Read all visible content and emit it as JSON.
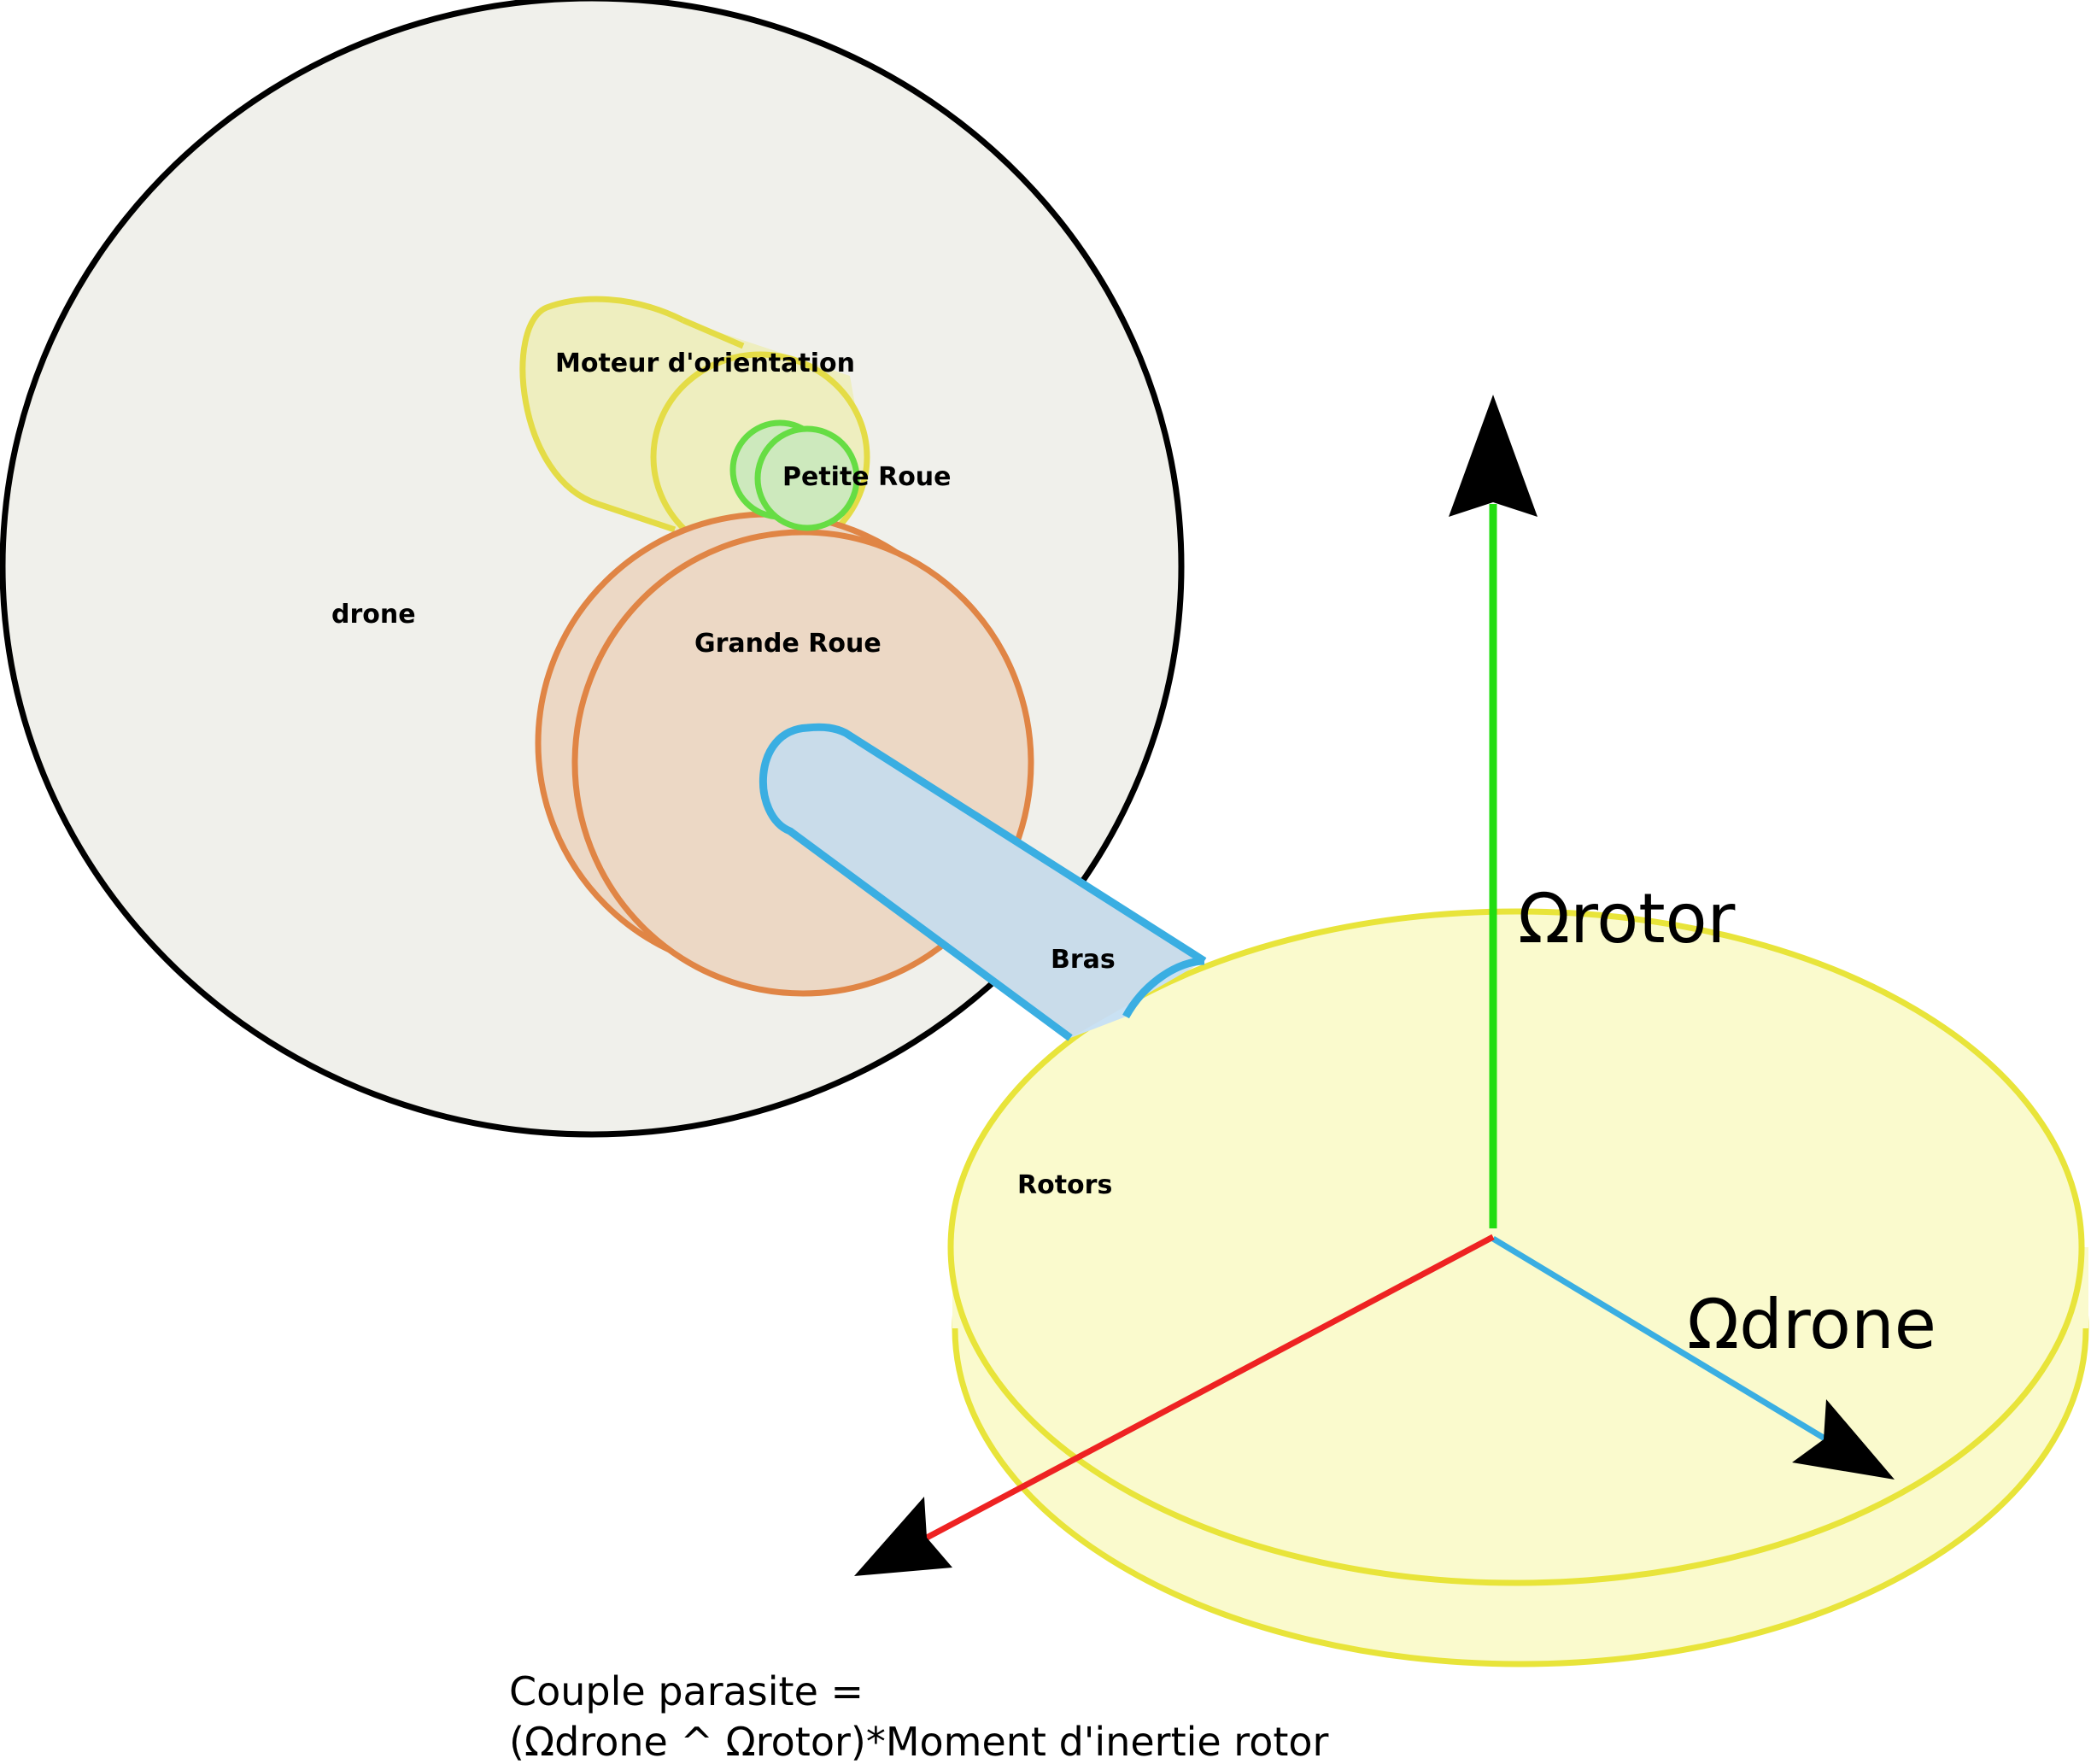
{
  "labels": {
    "drone": "drone",
    "motor": "Moteur d'orientation",
    "small_wheel": "Petite Roue",
    "big_wheel": "Grande Roue",
    "arm": "Bras",
    "rotors": "Rotors",
    "omega_rotor": "Ωrotor",
    "omega_drone": "Ωdrone"
  },
  "formula": {
    "line1": "Couple parasite =",
    "line2": "(Ωdrone ^ Ωrotor)*Moment d'inertie rotor"
  },
  "colors": {
    "drone_fill": "#f0f0eb",
    "drone_stroke": "#000000",
    "motor_fill": "#eeeebf",
    "motor_stroke": "#e4dc46",
    "small_wheel_fill": "#cde9bd",
    "small_wheel_stroke": "#66dd44",
    "big_wheel_fill": "#ecd8c5",
    "big_wheel_stroke": "#e08545",
    "arm_fill": "#c9dcea",
    "arm_stroke": "#3aaee2",
    "rotor_fill": "#fafacd",
    "rotor_stroke": "#e8e43a",
    "axis_rotor": "#22dd11",
    "axis_drone": "#3aaee2",
    "axis_couple": "#ee2222"
  }
}
